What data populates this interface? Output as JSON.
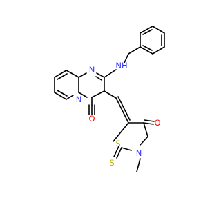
{
  "molecule": {
    "colors": {
      "bond": "#000000",
      "N": "#3333ff",
      "O": "#ff0000",
      "S": "#b2b200",
      "background": "#ffffff"
    },
    "labels": {
      "nh": "NH",
      "n_pyrimidine": "N",
      "n_bridge": "N",
      "o_carbonyl": "O",
      "s_ring": "S",
      "s_thioxo": "S",
      "n_methyl": "N",
      "o_thiazolidinone": "O"
    }
  }
}
